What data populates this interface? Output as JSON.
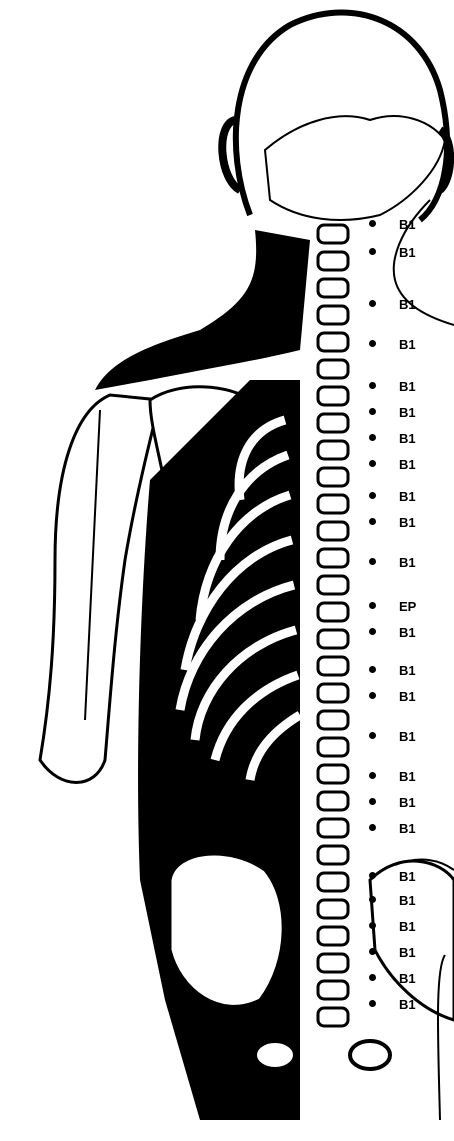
{
  "colors": {
    "ink": "#000000",
    "paper": "#ffffff"
  },
  "points": [
    {
      "label": "B1"
    },
    {
      "label": "B1"
    },
    {
      "label": "B1"
    },
    {
      "label": "B1"
    },
    {
      "label": "B1"
    },
    {
      "label": "B1"
    },
    {
      "label": "B1"
    },
    {
      "label": "B1"
    },
    {
      "label": "B1"
    },
    {
      "label": "B1"
    },
    {
      "label": "B1"
    },
    {
      "label": "EP"
    },
    {
      "label": "B1"
    },
    {
      "label": "B1"
    },
    {
      "label": "B1"
    },
    {
      "label": "B1"
    },
    {
      "label": "B1"
    },
    {
      "label": "B1"
    },
    {
      "label": "B1"
    },
    {
      "label": "B1"
    },
    {
      "label": "B1"
    },
    {
      "label": "B1"
    },
    {
      "label": "B1"
    },
    {
      "label": "B1"
    },
    {
      "label": "B1"
    }
  ]
}
